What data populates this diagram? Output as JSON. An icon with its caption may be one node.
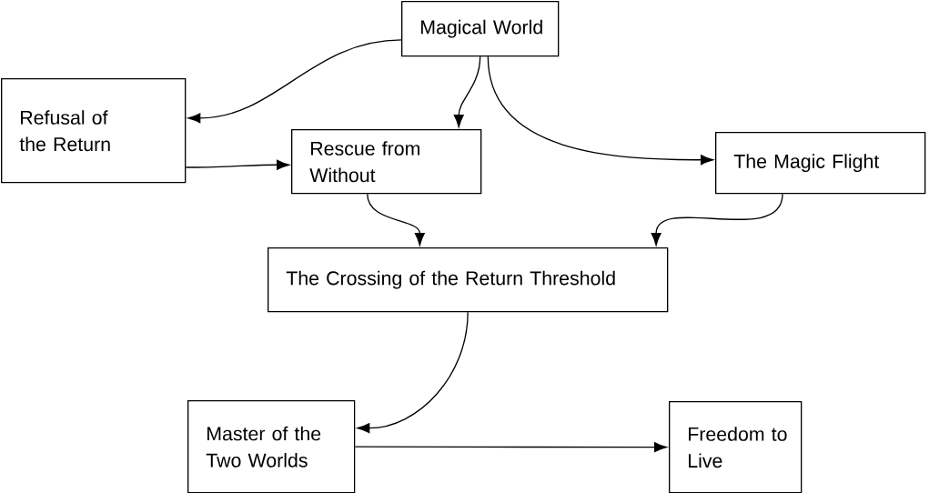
{
  "diagram": {
    "nodes": [
      {
        "text": [
          "Magical World"
        ]
      },
      {
        "text": [
          "Refusal of the Return"
        ]
      },
      {
        "text": [
          "Rescue from Without"
        ]
      },
      {
        "text": [
          "The Magic Flight"
        ]
      },
      {
        "text": [
          "The Crossing of the Return Threshold"
        ]
      },
      {
        "text": [
          "Master of the Two Worlds"
        ]
      },
      {
        "text": [
          "Freedom to Live"
        ]
      }
    ],
    "edges": [
      {
        "from": 0,
        "to": 1,
        "arrow": "to"
      },
      {
        "from": 0,
        "to": 2,
        "arrow": "to"
      },
      {
        "from": 0,
        "to": 3,
        "arrow": "to"
      },
      {
        "from": 1,
        "to": 2,
        "arrow": "to"
      },
      {
        "from": 2,
        "to": 4,
        "arrow": "to"
      },
      {
        "from": 3,
        "to": 4,
        "arrow": "to"
      },
      {
        "from": 4,
        "to": 5,
        "arrow": "to"
      },
      {
        "from": 5,
        "to": 6,
        "arrow": "to"
      }
    ]
  }
}
